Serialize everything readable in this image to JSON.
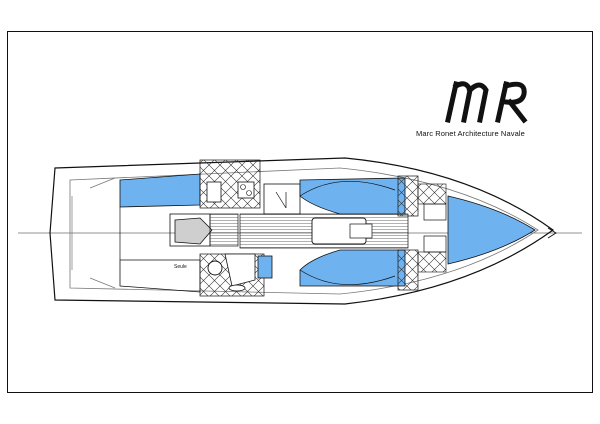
{
  "title_block": {
    "logo_text": "MR",
    "firm_name": "Marc Ronet Architecture Navale"
  },
  "plan": {
    "labels": {
      "cockpit_locker": "Seule"
    },
    "colors": {
      "cushion_blue": "#6fb2f0",
      "line": "#111111",
      "deck_gray": "#777777"
    }
  }
}
